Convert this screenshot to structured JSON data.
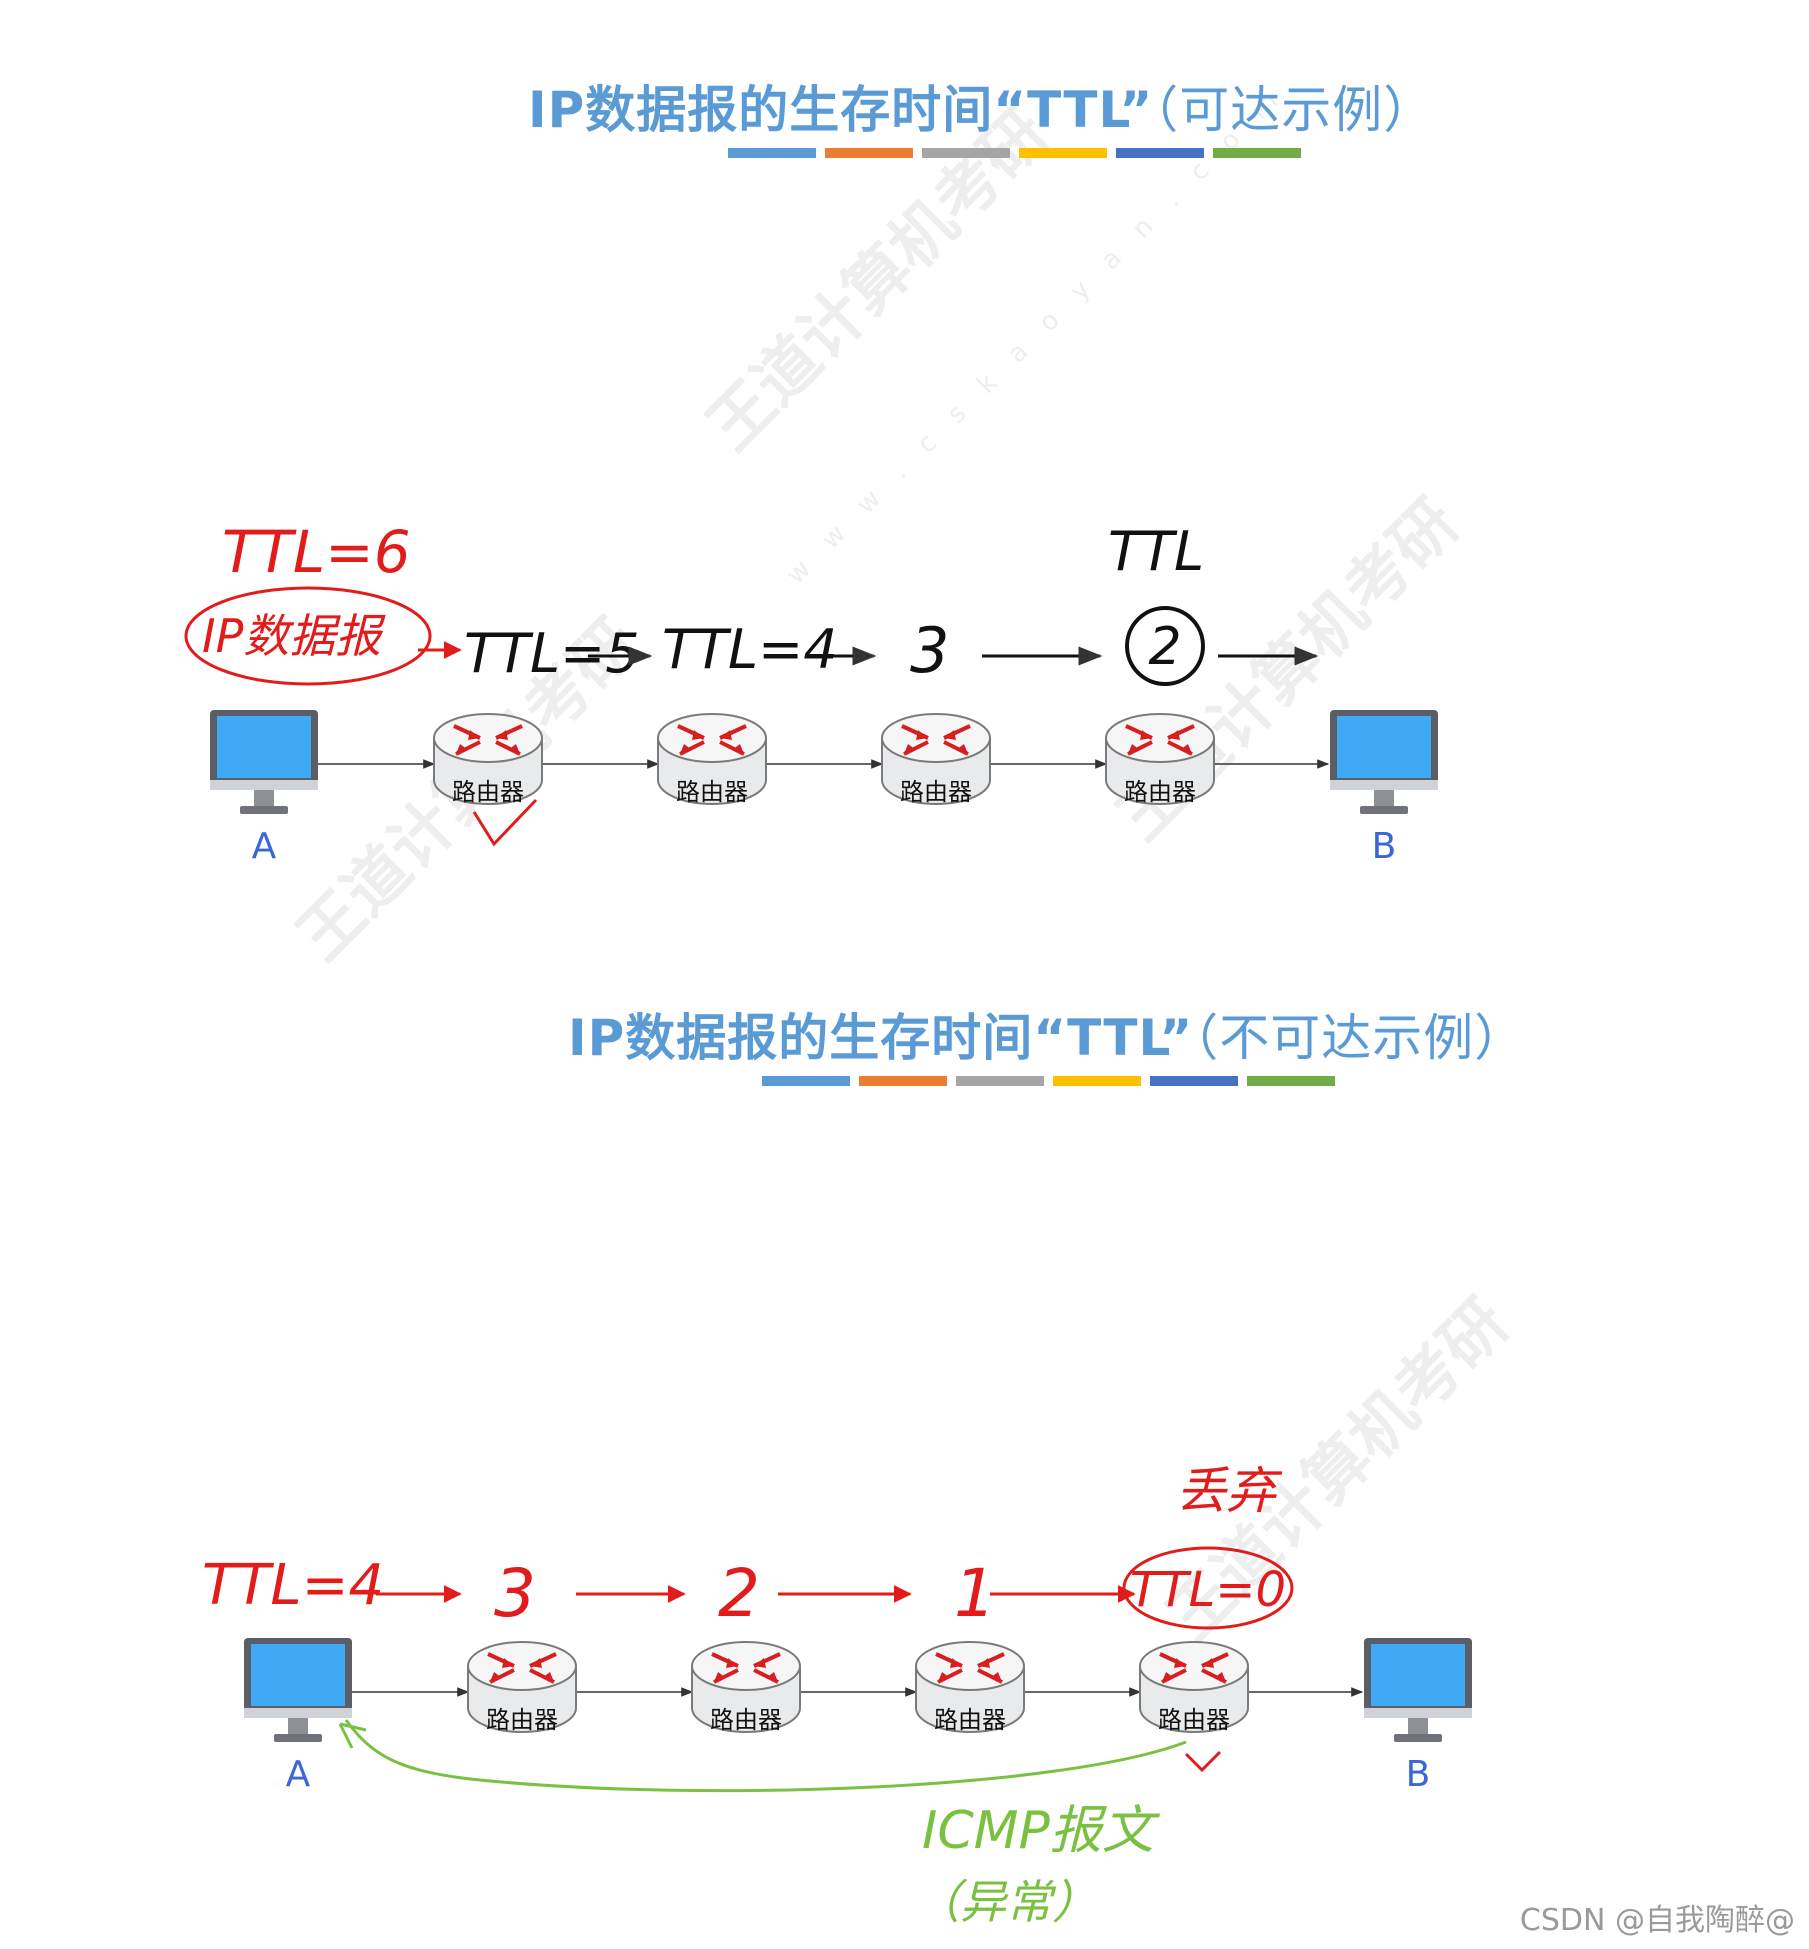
{
  "watermark": {
    "text": "王道计算机考研",
    "url": "w w w . c s k a o y a n . c o m"
  },
  "palette": [
    "#5b9bd5",
    "#ed7d31",
    "#a5a5a5",
    "#ffc000",
    "#4472c4",
    "#70ad47"
  ],
  "diagram1": {
    "title_main": "IP数据报的生存时间“TTL”",
    "title_paren": "（可达示例）",
    "host_a": "A",
    "host_b": "B",
    "router_label": "路由器",
    "red_ttl": "TTL=6",
    "red_packet": "IP数据报",
    "hop1": "TTL=5",
    "hop2": "TTL=4",
    "hop3": "3",
    "ttl_above": "TTL",
    "hop4_circled": "2"
  },
  "diagram2": {
    "title_main": "IP数据报的生存时间“TTL”",
    "title_paren": "（不可达示例）",
    "host_a": "A",
    "host_b": "B",
    "router_label": "路由器",
    "start_ttl": "TTL=4",
    "hop1": "3",
    "hop2": "2",
    "hop3": "1",
    "final_ttl": "TTL=0",
    "discard": "丢弃",
    "icmp": "ICMP报文",
    "icmp_note": "（异常）"
  },
  "credit": "CSDN @自我陶醉@"
}
